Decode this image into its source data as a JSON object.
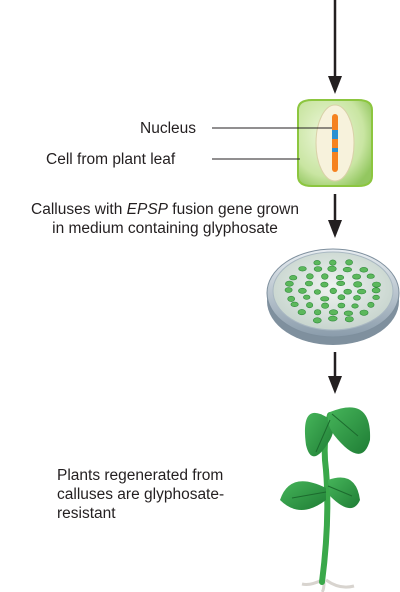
{
  "labels": {
    "nucleus": "Nucleus",
    "cell": "Cell from plant leaf",
    "calluses_pre": "Calluses with ",
    "calluses_italic": "EPSP",
    "calluses_post": " fusion gene grown",
    "calluses_line2": "in medium containing glyphosate",
    "plants_line1": "Plants regenerated from",
    "plants_line2": "calluses are glyphosate-",
    "plants_line3": "resistant"
  },
  "colors": {
    "arrow": "#231f20",
    "cell_fill": "#cfe7a9",
    "cell_wall": "#8cc63f",
    "nucleus_fill": "#f7f2dc",
    "chromosome_orange": "#f58220",
    "chromosome_blue": "#2a8fd1",
    "dish_rim": "#8fa3b2",
    "dish_medium": "#c8d6cf",
    "callus_green": "#5cb85c",
    "leaf_green": "#2e9e44",
    "stem_green": "#3aa84a"
  },
  "icons": [
    "arrow-down-icon",
    "plant-cell-icon",
    "petri-dish-icon",
    "seedling-icon"
  ]
}
